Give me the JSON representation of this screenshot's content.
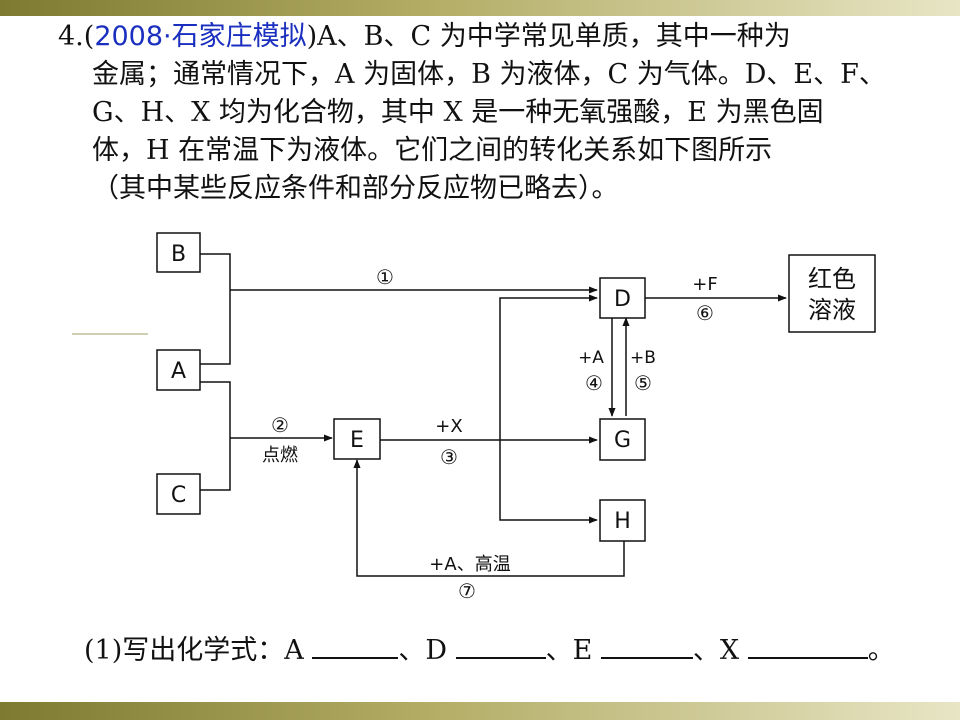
{
  "question": {
    "number": "4.",
    "source_open": "(",
    "source": "2008·石家庄模拟",
    "source_close": ")",
    "lines": [
      "A、B、C 为中学常见单质，其中一种为",
      "金属；通常情况下，A 为固体，B 为液体，C 为气体。D、E、F、",
      "G、H、X 均为化合物，其中 X 是一种无氧强酸，E 为黑色固",
      "体，H 在常温下为液体。它们之间的转化关系如下图所示",
      "（其中某些反应条件和部分反应物已略去）。"
    ]
  },
  "diagram": {
    "boxes": {
      "B": "B",
      "A": "A",
      "C": "C",
      "D": "D",
      "E": "E",
      "G": "G",
      "H": "H"
    },
    "result_box": [
      "红色",
      "溶液"
    ],
    "labels": {
      "r1": "①",
      "r2": "②",
      "r2_cond": "点燃",
      "r3_reagent": "+X",
      "r3": "③",
      "r4_reagent": "+A",
      "r4": "④",
      "r5_reagent": "+B",
      "r5": "⑤",
      "r6_reagent": "+F",
      "r6": "⑥",
      "r7_reagent": "+A、高温",
      "r7": "⑦"
    }
  },
  "answer": {
    "prefix": "(1)写出化学式：A",
    "sep_d": "、D",
    "sep_e": "、E",
    "sep_x": "、X",
    "end": "。"
  }
}
